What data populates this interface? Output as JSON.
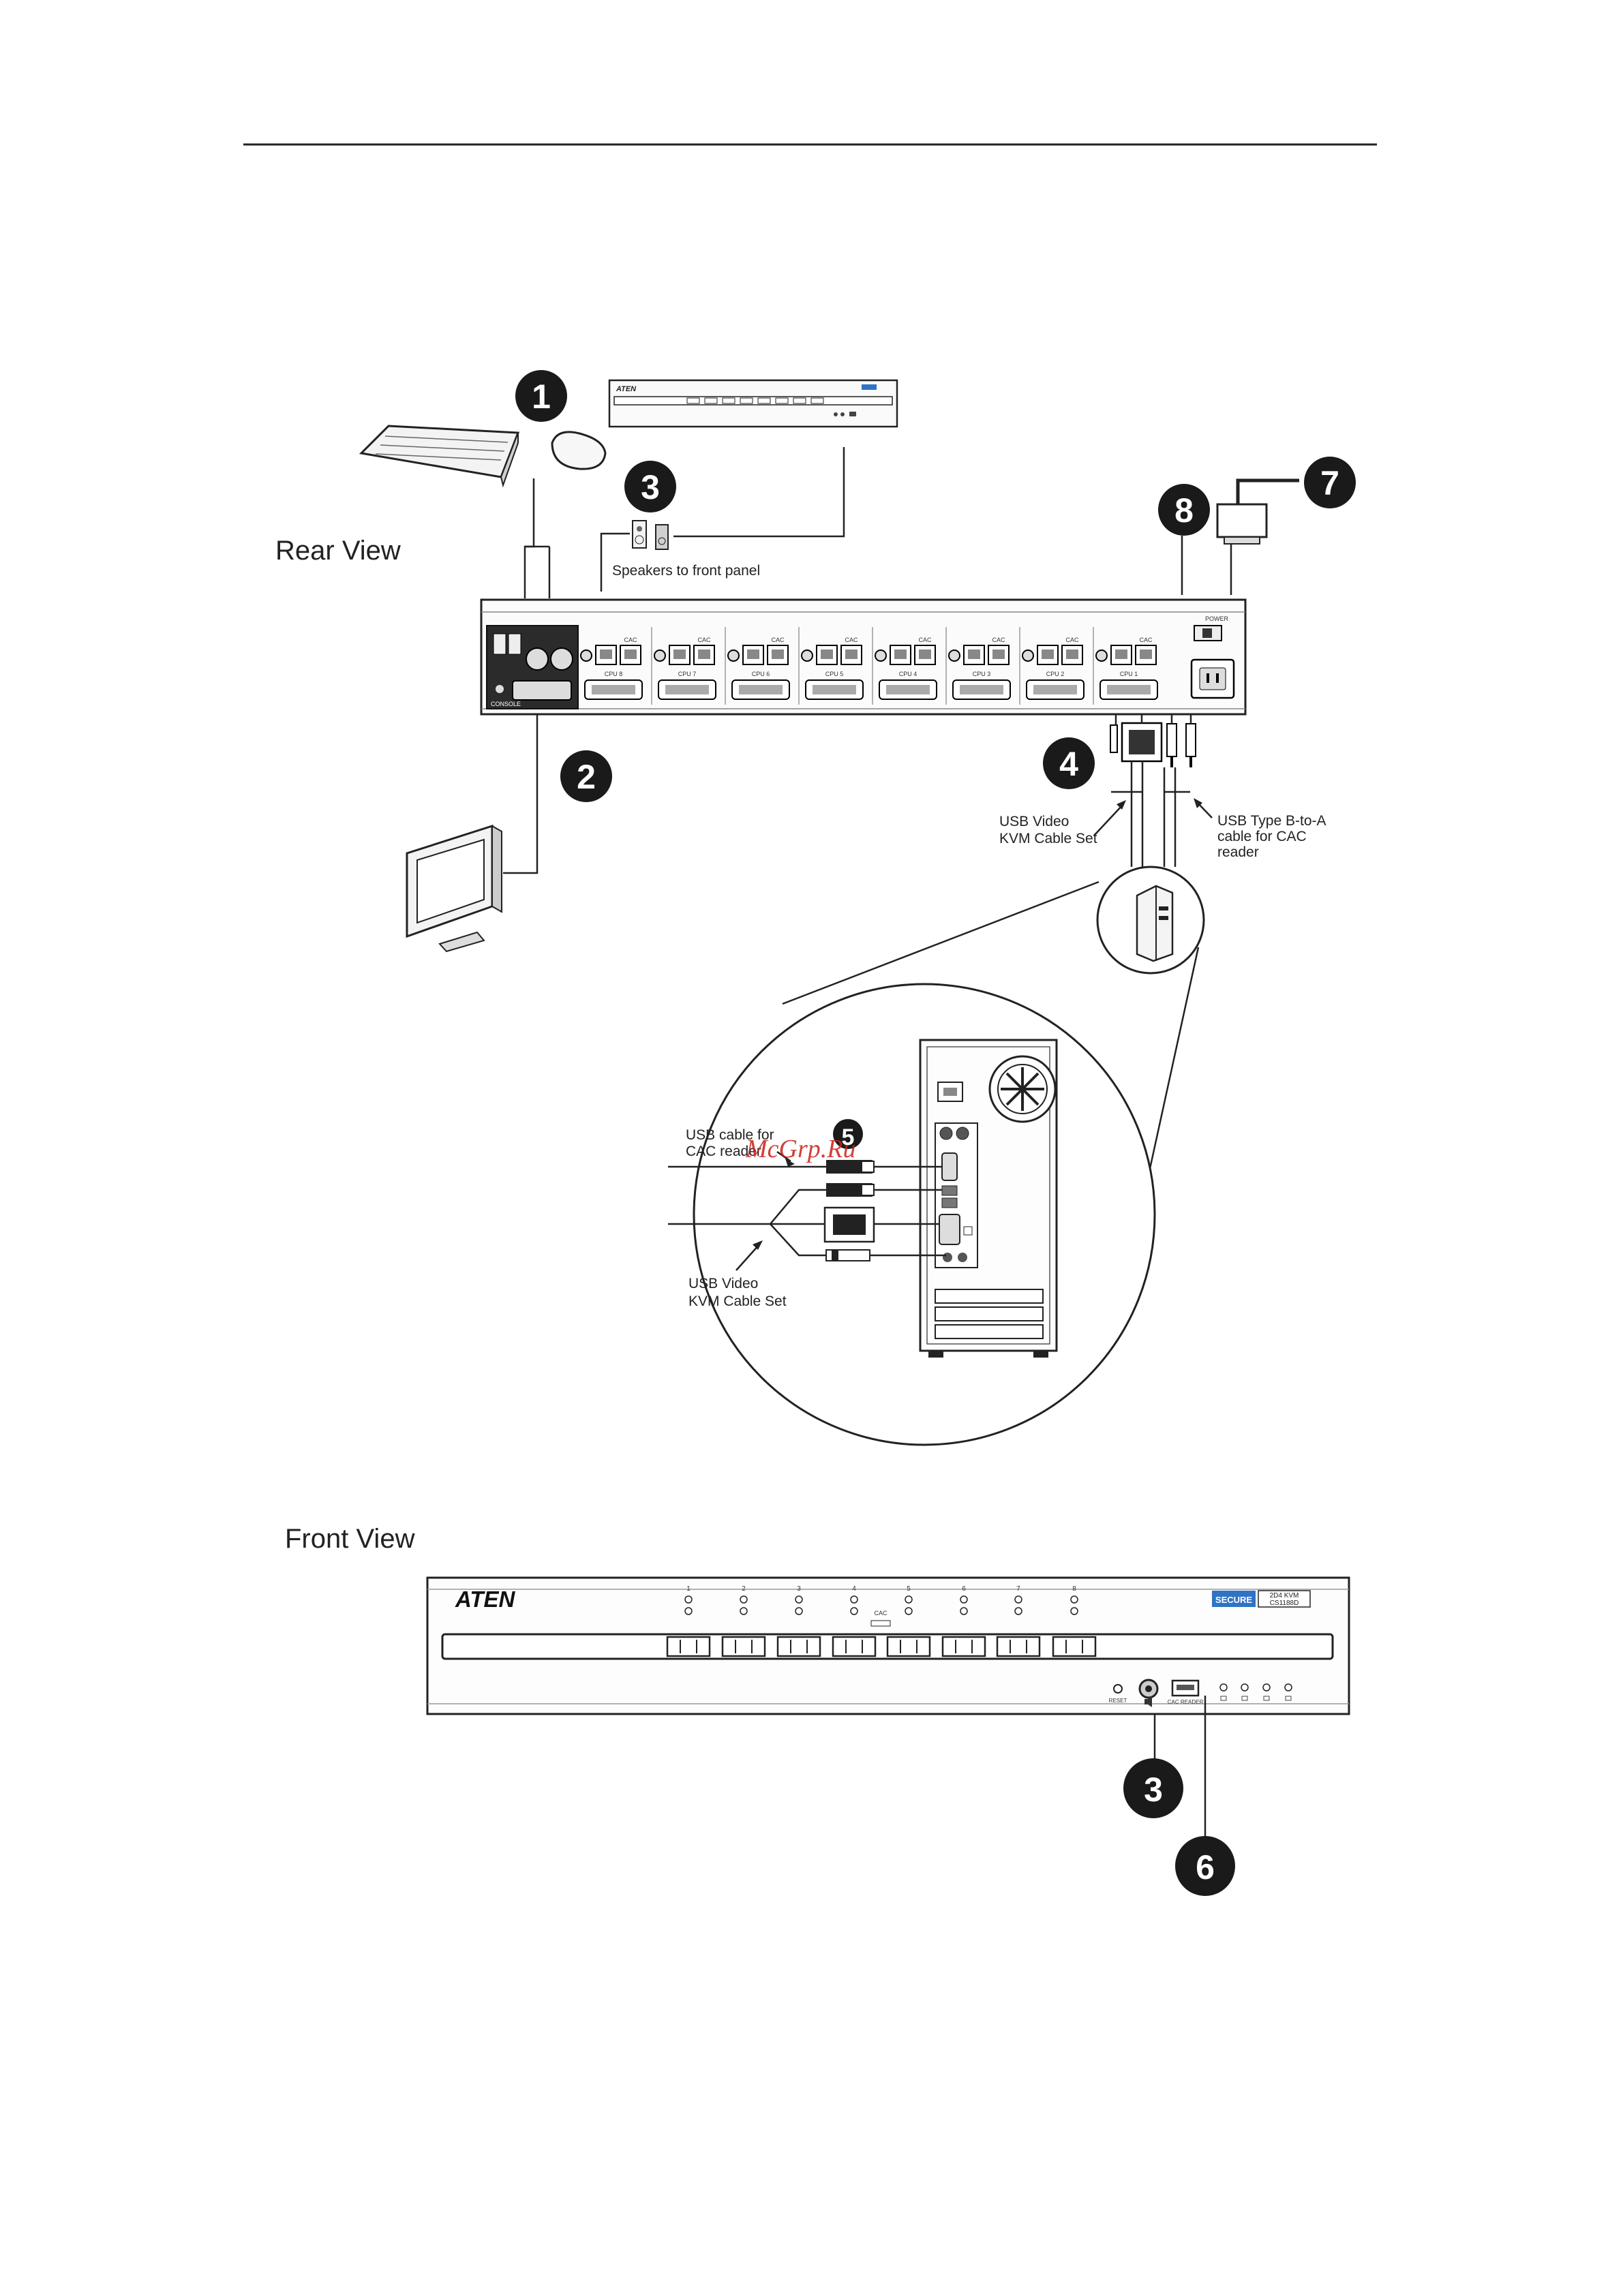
{
  "sections": {
    "rear_view": "Rear View",
    "front_view": "Front View"
  },
  "labels": {
    "speakers": "Speakers to front panel",
    "kvm_cable_line1": "USB Video",
    "kvm_cable_line2": "KVM Cable Set",
    "usb_b_to_a_line1": "USB Type B-to-A",
    "usb_b_to_a_line2": "cable for CAC",
    "usb_b_to_a_line3": "reader",
    "cac_usb_line1": "USB cable for",
    "cac_usb_line2": "CAC reader",
    "zoom_kvm_line1": "USB Video",
    "zoom_kvm_line2": "KVM Cable Set"
  },
  "callouts": {
    "c1": "1",
    "c2": "2",
    "c3": "3",
    "c4": "4",
    "c5": "5",
    "c6": "6",
    "c7": "7",
    "c8": "8",
    "c3_front": "3"
  },
  "front_panel": {
    "brand": "ATEN",
    "secure_badge": "SECURE",
    "model_line1": "2D4 KVM",
    "model_line2": "CS1188D",
    "port_numbers": [
      "1",
      "2",
      "3",
      "4",
      "5",
      "6",
      "7",
      "8"
    ],
    "cac_label": "CAC",
    "reset_label": "RESET",
    "cac_reader_label": "CAC READER"
  },
  "rear_panel": {
    "console_label": "CONSOLE",
    "power_label": "POWER",
    "cac_label": "CAC",
    "cpu_labels": [
      "CPU 8",
      "CPU 7",
      "CPU 6",
      "CPU 5",
      "CPU 4",
      "CPU 3",
      "CPU 2",
      "CPU 1"
    ]
  },
  "watermark": "McGrp.Ru",
  "colors": {
    "callout_fill": "#1a1a1a",
    "secure_blue": "#2f73c6",
    "console_dark": "#2b2b2b",
    "watermark_red": "#c8201a"
  }
}
